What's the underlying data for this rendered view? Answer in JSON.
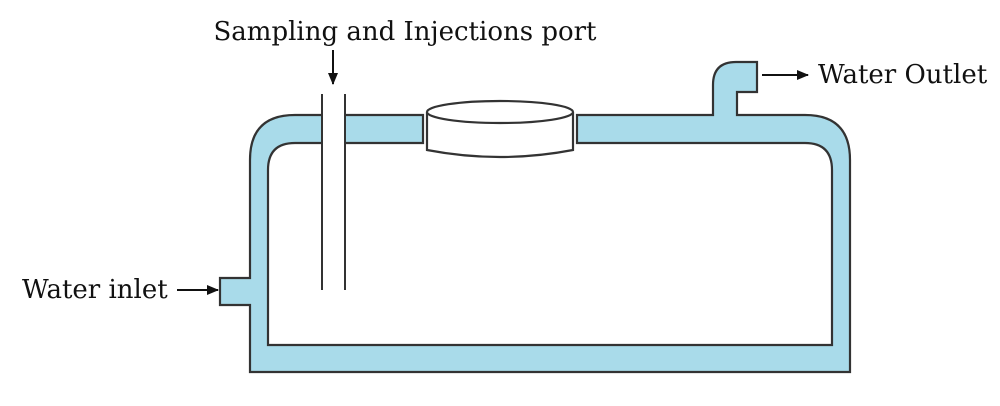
{
  "labels": {
    "sampling_port": "Sampling and Injections port",
    "water_outlet": "Water Outlet",
    "water_inlet": "Water inlet"
  },
  "colors": {
    "water": "#a9dbea",
    "outline": "#333333",
    "background": "#ffffff"
  }
}
